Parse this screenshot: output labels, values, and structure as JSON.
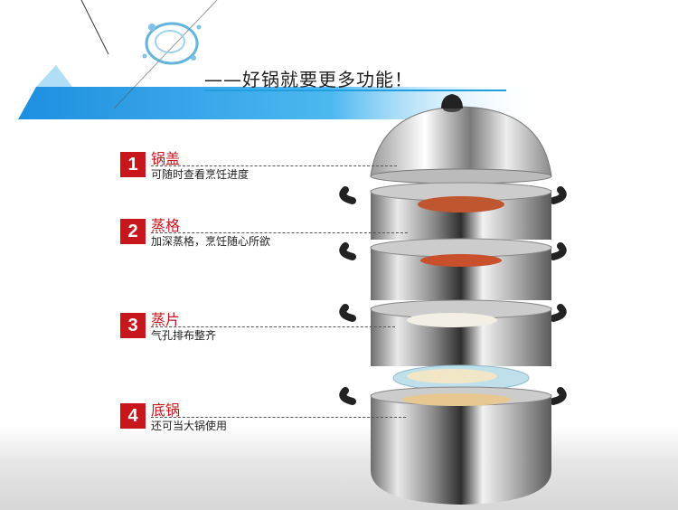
{
  "headline": "——好锅就要更多功能！",
  "features": [
    {
      "num": "1",
      "title": "锅盖",
      "desc": "可随时查看烹饪进度"
    },
    {
      "num": "2",
      "title": "蒸格",
      "desc": "加深蒸格，烹饪随心所欲"
    },
    {
      "num": "3",
      "title": "蒸片",
      "desc": "气孔排布整齐"
    },
    {
      "num": "4",
      "title": "底锅",
      "desc": "还可当大锅使用"
    }
  ],
  "colors": {
    "accent": "#c8161d",
    "banner_blue": "#1f9fe0"
  },
  "icons": [
    "water-splash-icon",
    "steamer-pot-image"
  ]
}
